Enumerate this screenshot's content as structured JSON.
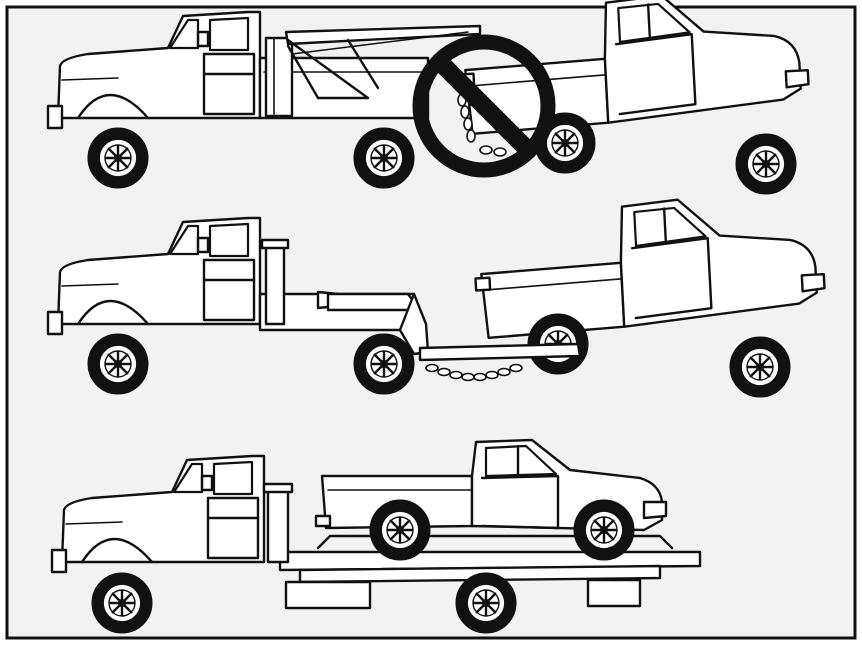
{
  "figure": {
    "panels": [
      {
        "id": "sling-tow",
        "prohibited": true
      },
      {
        "id": "wheel-lift",
        "prohibited": false
      },
      {
        "id": "flatbed",
        "prohibited": false
      }
    ],
    "icons": [
      "prohibited-sign-icon"
    ],
    "colors": {
      "ink": "#111111",
      "paper": "#ffffff",
      "background": "#f2f2f2"
    }
  }
}
